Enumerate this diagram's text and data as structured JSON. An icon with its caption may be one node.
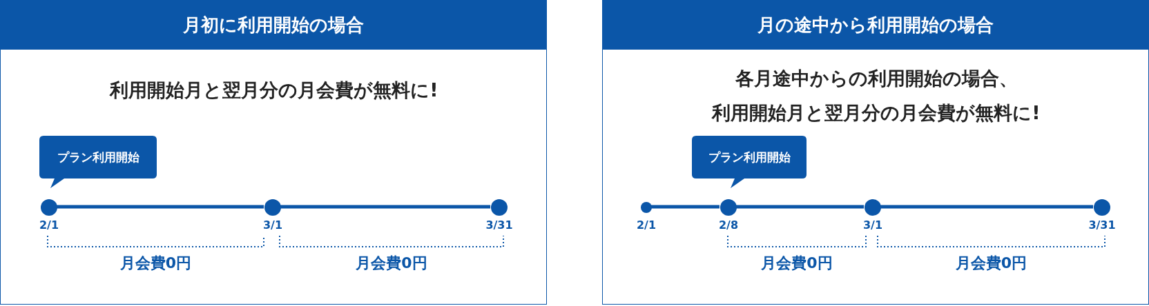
{
  "diagram": {
    "nodes": [
      {
        "text": [
          "月初に利用開始の場合",
          "利用開始月と翌月分の月会費が無料に!"
        ]
      },
      {
        "text": [
          "プラン利用開始"
        ],
        "in": 0
      },
      {
        "text": [],
        "shape": "circle",
        "beside": [
          "2/1"
        ],
        "in": 0
      },
      {
        "text": [],
        "shape": "circle",
        "beside": [
          "3/1"
        ],
        "in": 0
      },
      {
        "text": [],
        "shape": "circle",
        "beside": [
          "3/31"
        ],
        "in": 0
      },
      {
        "text": [
          "月の途中から利用開始の場合",
          "各月途中からの利用開始の場合、利用開始月と翌月分の月会費が無料に!"
        ]
      },
      {
        "text": [
          "プラン利用開始"
        ],
        "in": 5
      },
      {
        "text": [],
        "shape": "circle",
        "beside": [
          "2/1"
        ],
        "in": 5
      },
      {
        "text": [],
        "shape": "circle",
        "beside": [
          "2/8"
        ],
        "in": 5
      },
      {
        "text": [],
        "shape": "circle",
        "beside": [
          "3/1"
        ],
        "in": 5
      },
      {
        "text": [],
        "shape": "circle",
        "beside": [
          "3/31"
        ],
        "in": 5
      }
    ],
    "edges": [
      {
        "from": 2,
        "to": 3,
        "arrow": "none"
      },
      {
        "from": 3,
        "to": 4,
        "arrow": "none"
      },
      {
        "from": 7,
        "to": 8,
        "arrow": "none"
      },
      {
        "from": 8,
        "to": 9,
        "arrow": "none"
      },
      {
        "from": 9,
        "to": 10,
        "arrow": "none"
      }
    ],
    "labels": [
      "月会費0円",
      "月会費0円",
      "月会費0円",
      "月会費0円"
    ]
  }
}
